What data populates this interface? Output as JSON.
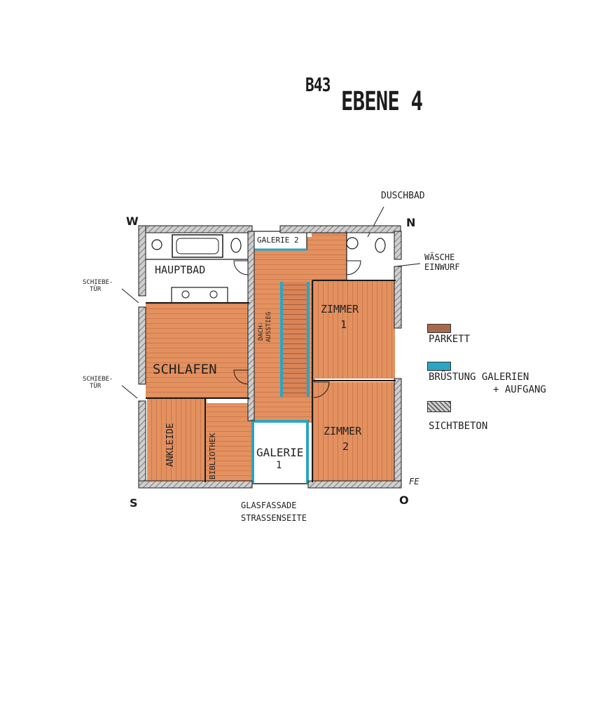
{
  "title": {
    "code": "B43",
    "level": "EBENE 4"
  },
  "compass": {
    "west": "W",
    "north": "N",
    "south": "S",
    "east": "O"
  },
  "rooms": {
    "hauptbad": "HAUPTBAD",
    "schlafen": "SCHLAFEN",
    "ankleide": "ANKLEIDE",
    "bibliothek": "BIBLIOTHEK",
    "galerie1_a": "GALERIE",
    "galerie1_b": "1",
    "galerie2": "GALERIE 2",
    "dachausstieg_a": "DACH-",
    "dachausstieg_b": "AUSSTIEG",
    "zimmer1_a": "ZIMMER",
    "zimmer1_b": "1",
    "zimmer2_a": "ZIMMER",
    "zimmer2_b": "2",
    "duschbad": "DUSCHBAD"
  },
  "annotations": {
    "schiebetuer_top_a": "SCHIEBE-",
    "schiebetuer_top_b": "TÜR",
    "schiebetuer_bottom_a": "SCHIEBE-",
    "schiebetuer_bottom_b": "TÜR",
    "waesche_a": "WÄSCHE",
    "waesche_b": "EINWURF",
    "glasfassade_a": "GLASFASSADE",
    "glasfassade_b": "STRASSENSEITE",
    "signature": "FE"
  },
  "legend": [
    {
      "label": "PARKETT",
      "sub": "",
      "color": "#a86a4c"
    },
    {
      "label": "BRÜSTUNG GALERIEN",
      "sub": "+ AUFGANG",
      "color": "#2aa5c4"
    },
    {
      "label": "SICHTBETON",
      "sub": "",
      "color": "#9a9a9a"
    }
  ],
  "colors": {
    "wood": "#e28e5f",
    "wood_dark": "#c9653d",
    "concrete": "#a9a9a9",
    "glass": "#2aa5c4",
    "line": "#1a1a1a"
  }
}
